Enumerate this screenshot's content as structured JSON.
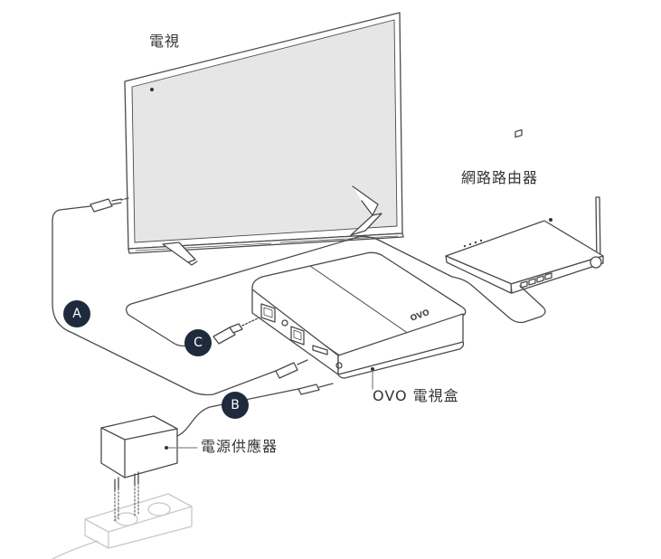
{
  "labels": {
    "tv": "電視",
    "router": "網路路由器",
    "ovo_box": "OVO 電視盒",
    "power_adapter": "電源供應器"
  },
  "badges": {
    "a": "A",
    "b": "B",
    "c": "C"
  },
  "device_logo": "OVO",
  "colors": {
    "line": "#4a4a4a",
    "screen": "#e6e6e6",
    "badge": "#1f2b3d",
    "label": "#333333"
  }
}
